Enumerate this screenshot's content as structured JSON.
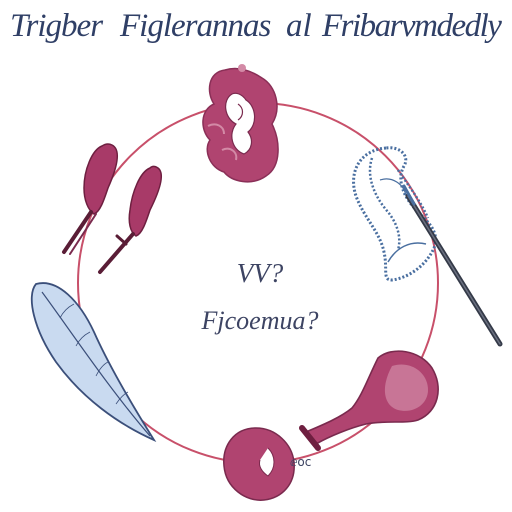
{
  "title": {
    "part1": "Trigber",
    "part2": "Figlerannas",
    "part3": "al",
    "part4": "Fribarvmdedly"
  },
  "center": {
    "line1": "VV?",
    "line2": "Fjcoemua?"
  },
  "small_label": "ⅇoc",
  "colors": {
    "organ": "#b04470",
    "organ_light": "#d38aa6",
    "circle": "#c8506a",
    "leaf": "#c9daf0",
    "leaf_outline": "#3b4f7a",
    "stylus": "#343a48",
    "text": "#2f3f66"
  },
  "icons": [
    "kidney-icon",
    "tuning-fork-icon",
    "coiled-wire-icon",
    "stylus-icon",
    "leaf-icon",
    "funnel-icon",
    "heart-organ-icon"
  ]
}
